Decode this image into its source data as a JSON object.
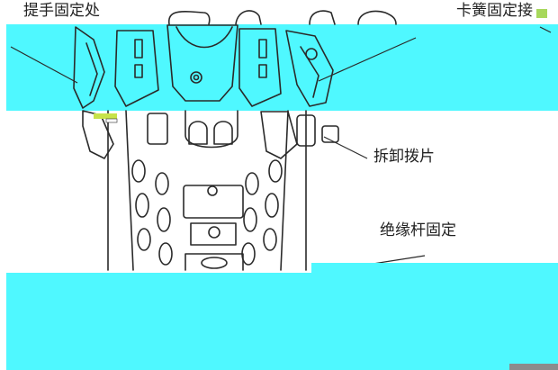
{
  "labels": {
    "handle_fixing": "提手固定处",
    "spring_fixing": "卡簧固定接",
    "release_lever": "拆卸拨片",
    "rod_fixing": "绝缘杆固定"
  },
  "colors": {
    "cyan_block": "#4ff8ff",
    "line": "#2a2a2a",
    "background": "#ffffff"
  }
}
